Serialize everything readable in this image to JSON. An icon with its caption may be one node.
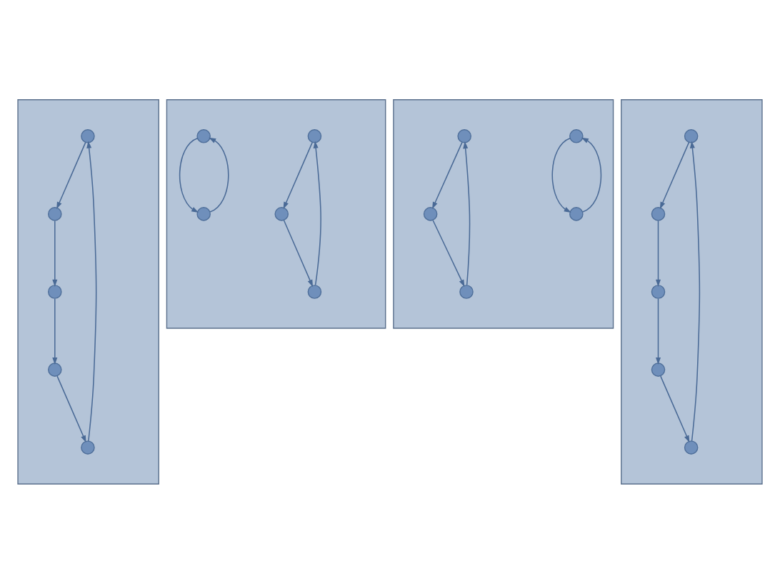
{
  "diagram": {
    "nodes": [
      {
        "text": [],
        "shape": "box"
      },
      {
        "text": [],
        "shape": "circle",
        "in": 0
      },
      {
        "text": [],
        "shape": "circle",
        "in": 0
      },
      {
        "text": [],
        "shape": "circle",
        "in": 0
      },
      {
        "text": [],
        "shape": "circle",
        "in": 0
      },
      {
        "text": [],
        "shape": "circle",
        "in": 0
      },
      {
        "text": [],
        "shape": "box"
      },
      {
        "text": [],
        "shape": "circle",
        "in": 6
      },
      {
        "text": [],
        "shape": "circle",
        "in": 6
      },
      {
        "text": [],
        "shape": "circle",
        "in": 6
      },
      {
        "text": [],
        "shape": "circle",
        "in": 6
      },
      {
        "text": [],
        "shape": "circle",
        "in": 6
      },
      {
        "text": [],
        "shape": "box"
      },
      {
        "text": [],
        "shape": "circle",
        "in": 12
      },
      {
        "text": [],
        "shape": "circle",
        "in": 12
      },
      {
        "text": [],
        "shape": "circle",
        "in": 12
      },
      {
        "text": [],
        "shape": "circle",
        "in": 12
      },
      {
        "text": [],
        "shape": "circle",
        "in": 12
      },
      {
        "text": [],
        "shape": "box"
      },
      {
        "text": [],
        "shape": "circle",
        "in": 18
      },
      {
        "text": [],
        "shape": "circle",
        "in": 18
      },
      {
        "text": [],
        "shape": "circle",
        "in": 18
      },
      {
        "text": [],
        "shape": "circle",
        "in": 18
      },
      {
        "text": [],
        "shape": "circle",
        "in": 18
      }
    ],
    "edges": [
      {
        "from": 1,
        "to": 5,
        "arrow": "to"
      },
      {
        "from": 3,
        "to": 2,
        "arrow": "to"
      },
      {
        "from": 2,
        "to": 4,
        "arrow": "to"
      },
      {
        "from": 5,
        "to": 3,
        "arrow": "to"
      },
      {
        "from": 4,
        "to": 1,
        "arrow": "to"
      },
      {
        "from": 7,
        "to": 9,
        "arrow": "to"
      },
      {
        "from": 10,
        "to": 8,
        "arrow": "to"
      },
      {
        "from": 8,
        "to": 10,
        "arrow": "to"
      },
      {
        "from": 11,
        "to": 7,
        "arrow": "to"
      },
      {
        "from": 9,
        "to": 11,
        "arrow": "to"
      },
      {
        "from": 13,
        "to": 15,
        "arrow": "to"
      },
      {
        "from": 15,
        "to": 13,
        "arrow": "to"
      },
      {
        "from": 14,
        "to": 16,
        "arrow": "to"
      },
      {
        "from": 16,
        "to": 17,
        "arrow": "to"
      },
      {
        "from": 17,
        "to": 14,
        "arrow": "to"
      },
      {
        "from": 19,
        "to": 22,
        "arrow": "to"
      },
      {
        "from": 23,
        "to": 19,
        "arrow": "to"
      },
      {
        "from": 21,
        "to": 20,
        "arrow": "to"
      },
      {
        "from": 20,
        "to": 23,
        "arrow": "to"
      },
      {
        "from": 22,
        "to": 21,
        "arrow": "to"
      }
    ]
  }
}
